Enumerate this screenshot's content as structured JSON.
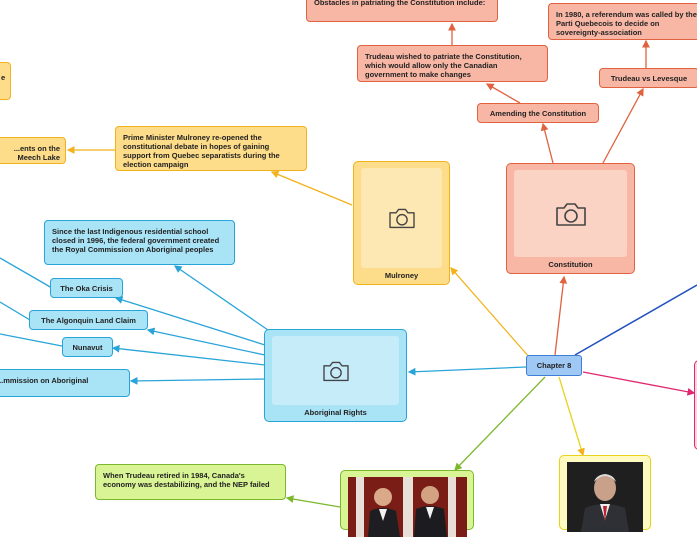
{
  "center": "Chapter 8",
  "constitution": {
    "title": "Constitution",
    "amending": "Amending the Constitution",
    "obstacles": "Obstacles in patriating the Constitution include:",
    "patriate": "Trudeau wished to patriate the Constitution, which would allow only the Canadian government to make changes",
    "vs": "Trudeau vs Levesque",
    "referendum": "In 1980, a referendum was called by the Parti Quebecois to decide on sovereignty-association"
  },
  "mulroney": {
    "title": "Mulroney",
    "debate": "Prime Minister Mulroney re-opened the constitutional debate in hopes of gaining support from Quebec separatists during the election campaign",
    "meech": "...ents on the Meech Lake Accord.",
    "top_partial": "e"
  },
  "aboriginal": {
    "title": "Aboriginal Rights",
    "school": "Since the last Indigenous residential school closed in 1996, the federal government created the Royal Commission on Aboriginal peoples",
    "oka": "The Oka Crisis",
    "algonquin": "The Algonquin Land Claim",
    "nunavut": "Nunavut",
    "commission": "...mmission on Aboriginal"
  },
  "trudeau_retired": "When Trudeau retired in 1984, Canada's economy was destabilizing, and the NEP failed",
  "icons": [
    "camera-icon"
  ],
  "colors": {
    "orange": "#e0623f",
    "yellow": "#f2b21c",
    "blue": "#29a4d8",
    "green": "#7cb82c",
    "center": "#3d7fd6",
    "pink": "#e0276f",
    "navy": "#1f4fbf"
  }
}
